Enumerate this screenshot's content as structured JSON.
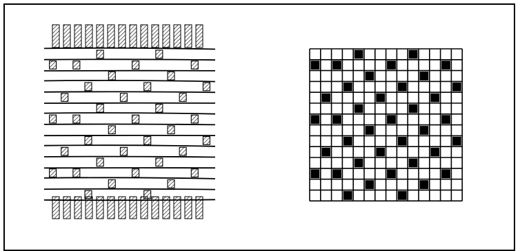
{
  "figure": {
    "panels": [
      {
        "name": "woven-fabric-drawing",
        "description_visible_text": ""
      },
      {
        "name": "point-paper-design",
        "description_visible_text": ""
      }
    ],
    "weave": {
      "grid_columns": 14,
      "grid_rows": 14,
      "marked_cells": [
        [
          0,
          4
        ],
        [
          0,
          9
        ],
        [
          1,
          0
        ],
        [
          1,
          2
        ],
        [
          1,
          7
        ],
        [
          1,
          12
        ],
        [
          2,
          5
        ],
        [
          2,
          10
        ],
        [
          3,
          3
        ],
        [
          3,
          8
        ],
        [
          3,
          13
        ],
        [
          4,
          1
        ],
        [
          4,
          6
        ],
        [
          4,
          11
        ],
        [
          5,
          4
        ],
        [
          5,
          9
        ],
        [
          6,
          0
        ],
        [
          6,
          2
        ],
        [
          6,
          7
        ],
        [
          6,
          12
        ],
        [
          7,
          5
        ],
        [
          7,
          10
        ],
        [
          8,
          3
        ],
        [
          8,
          8
        ],
        [
          8,
          13
        ],
        [
          9,
          1
        ],
        [
          9,
          6
        ],
        [
          9,
          11
        ],
        [
          10,
          4
        ],
        [
          10,
          9
        ],
        [
          11,
          0
        ],
        [
          11,
          2
        ],
        [
          11,
          7
        ],
        [
          11,
          12
        ],
        [
          12,
          5
        ],
        [
          12,
          10
        ],
        [
          13,
          3
        ],
        [
          13,
          8
        ]
      ]
    },
    "colors": {
      "ink": "#000000",
      "paper": "#ffffff"
    }
  }
}
